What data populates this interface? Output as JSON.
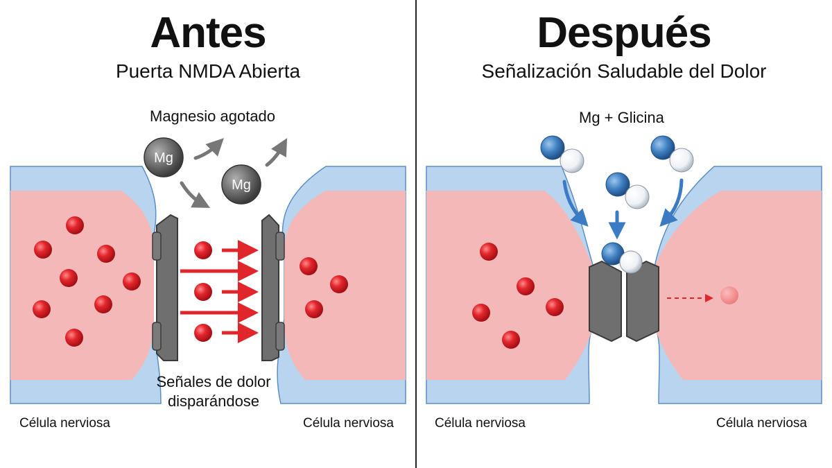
{
  "left": {
    "title": "Antes",
    "subtitle": "Puerta NMDA Abierta",
    "top_label": "Magnesio agotado",
    "bottom_label_line1": "Señales de dolor",
    "bottom_label_line2": "disparándose",
    "ion_label": "Mg",
    "cell_left": "Célula nerviosa",
    "cell_right": "Célula nerviosa"
  },
  "right": {
    "title": "Después",
    "subtitle": "Señalización Saludable del Dolor",
    "top_label": "Mg + Glicina",
    "cell_left": "Célula nerviosa",
    "cell_right": "Célula nerviosa"
  },
  "colors": {
    "membrane": "#b9d4ee",
    "membrane_edge": "#5a8fc6",
    "cytoplasm": "#f4b8b8",
    "signal": "#e0252b",
    "gate": "#6f6f6f",
    "magnesium": "#6a6a6a",
    "glycine_blue": "#3f7fc0",
    "arrow_blue": "#3a7bc3"
  }
}
